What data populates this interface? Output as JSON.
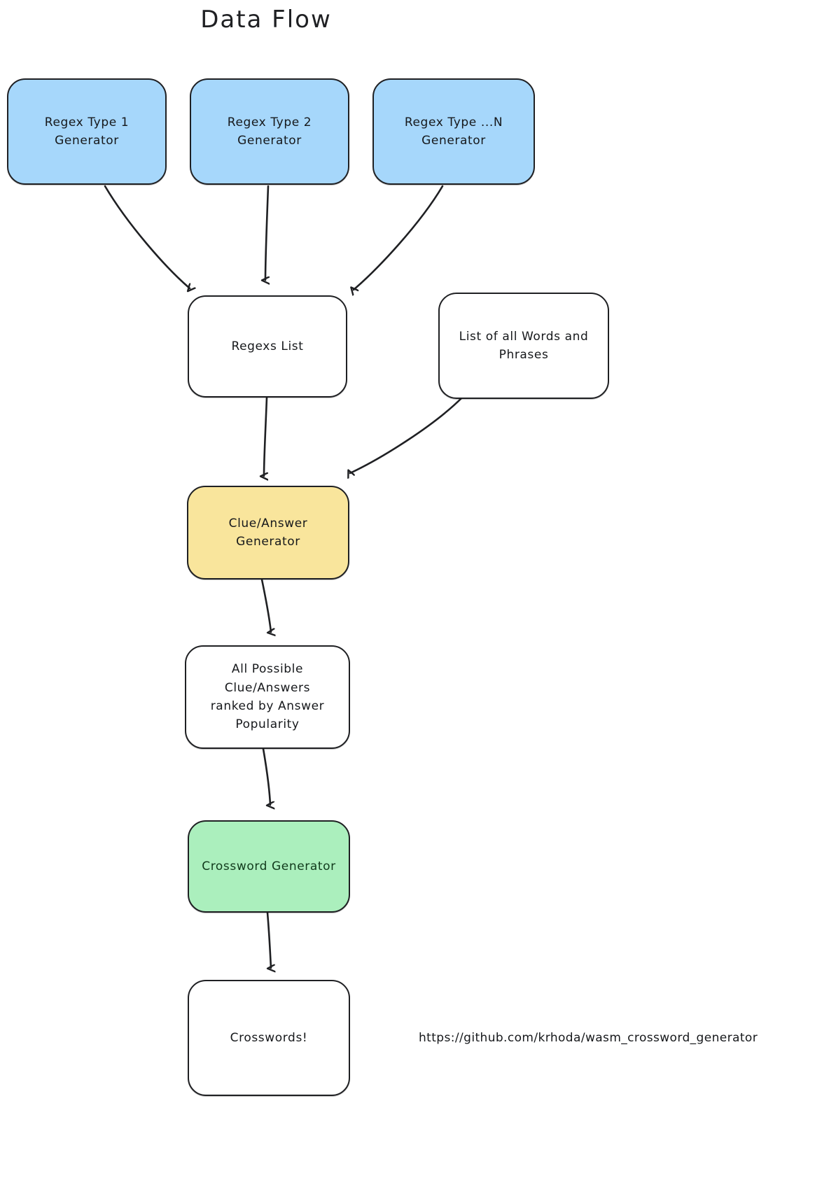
{
  "title": "Data Flow",
  "theme": {
    "background": "#ffffff",
    "stroke": "#1f2023",
    "text": "#16181b",
    "blue_fill": "#a6d7fb",
    "yellow_fill": "#f9e59c",
    "green_fill": "#abefbd",
    "green_text": "#113a1c",
    "white_fill": "#ffffff"
  },
  "nodes": {
    "regex1": {
      "label": "Regex Type 1\nGenerator",
      "color": "blue"
    },
    "regex2": {
      "label": "Regex Type 2\nGenerator",
      "color": "blue"
    },
    "regexN": {
      "label": "Regex Type ...N\nGenerator",
      "color": "blue"
    },
    "regexs_list": {
      "label": "Regexs List",
      "color": "white"
    },
    "words_list": {
      "label": "List of all Words and\nPhrases",
      "color": "white"
    },
    "clue_answer_generator": {
      "label": "Clue/Answer\nGenerator",
      "color": "yellow"
    },
    "all_possible": {
      "label": "All Possible\nClue/Answers\nranked by Answer\nPopularity",
      "color": "white"
    },
    "crossword_generator": {
      "label": "Crossword Generator",
      "color": "green"
    },
    "crosswords": {
      "label": "Crosswords!",
      "color": "white"
    }
  },
  "edges": [
    {
      "from": "regex1",
      "to": "regexs_list"
    },
    {
      "from": "regex2",
      "to": "regexs_list"
    },
    {
      "from": "regexN",
      "to": "regexs_list"
    },
    {
      "from": "regexs_list",
      "to": "clue_answer_generator"
    },
    {
      "from": "words_list",
      "to": "clue_answer_generator"
    },
    {
      "from": "clue_answer_generator",
      "to": "all_possible"
    },
    {
      "from": "all_possible",
      "to": "crossword_generator"
    },
    {
      "from": "crossword_generator",
      "to": "crosswords"
    }
  ],
  "footer": {
    "url": "https://github.com/krhoda/wasm_crossword_generator"
  }
}
